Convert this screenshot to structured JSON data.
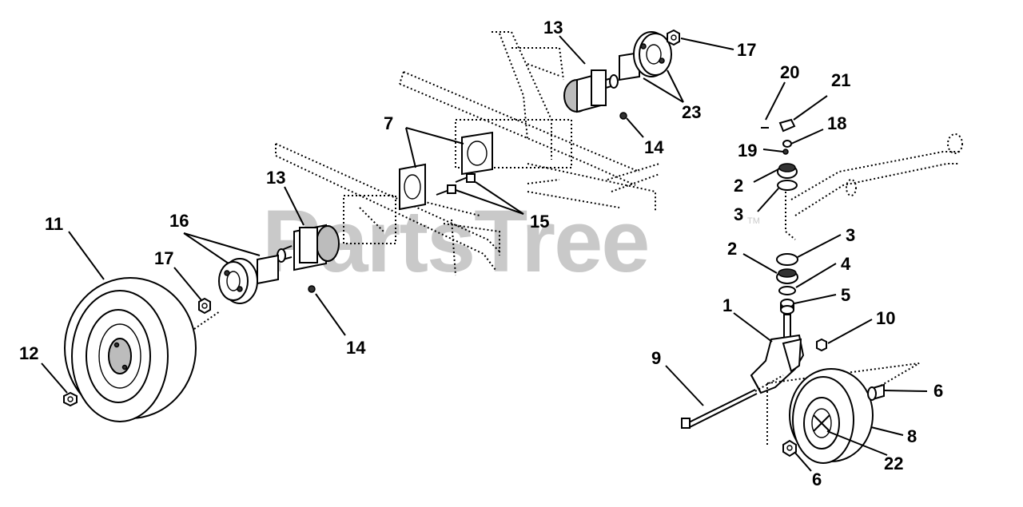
{
  "watermark": {
    "text": "PartsTree",
    "trademark": "TM"
  },
  "callouts": {
    "c13_top": "13",
    "c17_top": "17",
    "c20": "20",
    "c21": "21",
    "c23": "23",
    "c18": "18",
    "c7": "7",
    "c14_top": "14",
    "c19": "19",
    "c2_top": "2",
    "c13_mid": "13",
    "c3_top": "3",
    "c15": "15",
    "c11": "11",
    "c16": "16",
    "c3_mid": "3",
    "c2_mid": "2",
    "c17_left": "17",
    "c4": "4",
    "c5": "5",
    "c1": "1",
    "c10": "10",
    "c14_mid": "14",
    "c12": "12",
    "c9": "9",
    "c6_right": "6",
    "c8": "8",
    "c22": "22",
    "c6_bottom": "6"
  }
}
